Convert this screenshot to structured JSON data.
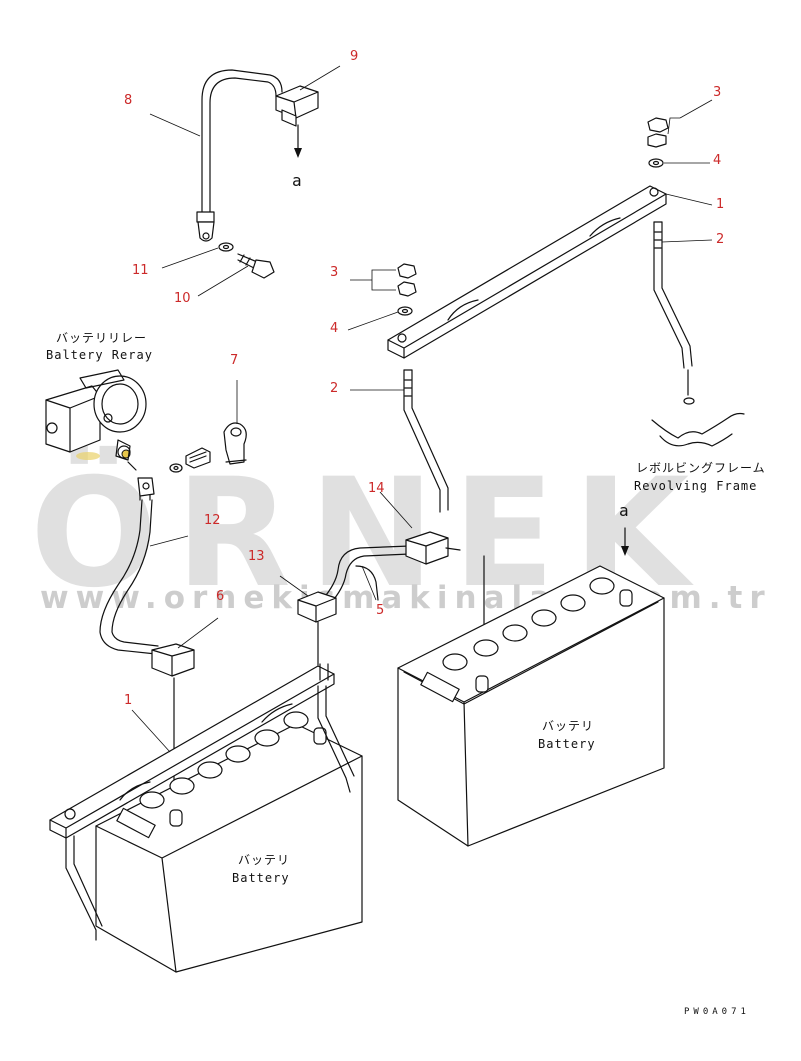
{
  "watermark": {
    "brand": "ÖRNEK",
    "url": "www.ornekismakinalari.com.tr"
  },
  "labels": {
    "battery_relay_jp": "バッテリリレー",
    "battery_relay_en": "Baltery Reray",
    "revolving_frame_jp": "レボルビングフレーム",
    "revolving_frame_en": "Revolving Frame",
    "battery_left_jp": "バッテリ",
    "battery_left_en": "Battery",
    "battery_right_jp": "バッテリ",
    "battery_right_en": "Battery",
    "ref_a_top": "a",
    "ref_a_right": "a",
    "drawing_code": "PW0A071"
  },
  "callouts": {
    "c8": "8",
    "c9": "9",
    "c11": "11",
    "c10": "10",
    "c3_right": "3",
    "c4_right": "4",
    "c1_right": "1",
    "c2_right": "2",
    "c3_mid": "3",
    "c4_mid": "4",
    "c2_mid": "2",
    "c7": "7",
    "c12": "12",
    "c14": "14",
    "c13": "13",
    "c5": "5",
    "c6": "6",
    "c1_left": "1"
  },
  "colors": {
    "callout": "#cc2a2a",
    "line": "#111111",
    "watermark": "#c8c8c8"
  }
}
